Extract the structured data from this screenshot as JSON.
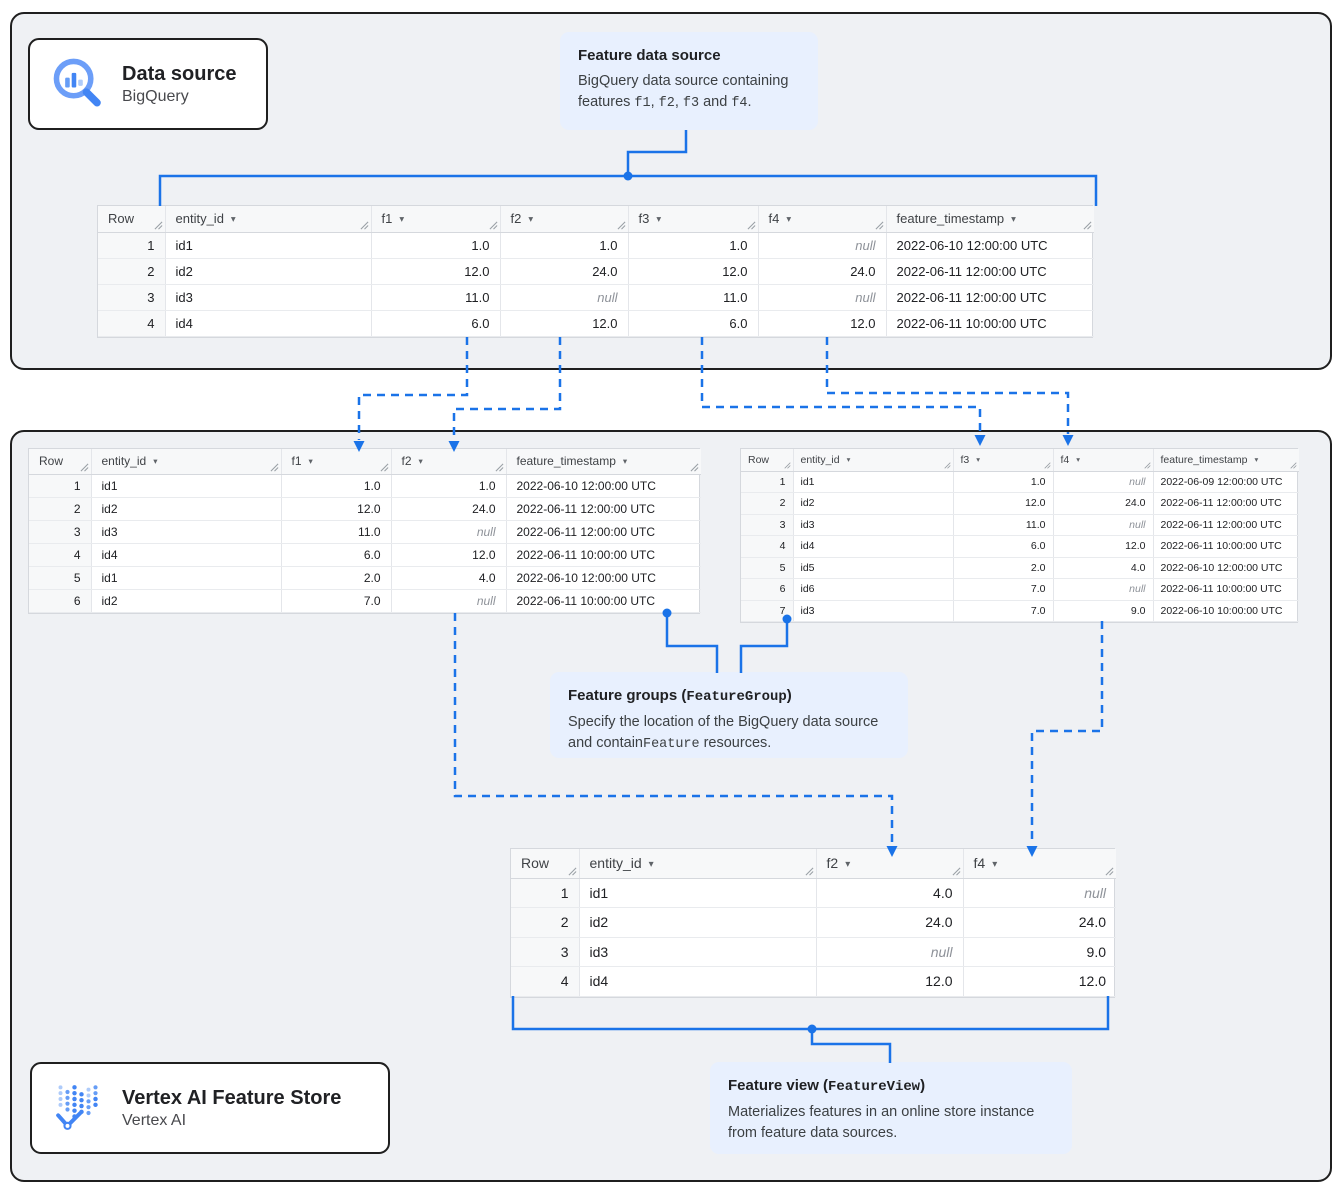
{
  "null_display": "null",
  "colors": {
    "connector": "#1a73e8",
    "callout_bg": "#e8f0fe",
    "container_bg": "#eff1f4",
    "null_text": "#8e9299"
  },
  "cards": {
    "data_source": {
      "title": "Data source",
      "subtitle": "BigQuery"
    },
    "feature_store": {
      "title": "Vertex AI Feature Store",
      "subtitle": "Vertex AI"
    }
  },
  "callouts": {
    "feature_data_source": {
      "title": [
        {
          "t": "Feature data source"
        }
      ],
      "body": [
        {
          "t": "BigQuery data source containing features "
        },
        {
          "t": "f1",
          "mono": true
        },
        {
          "t": ", "
        },
        {
          "t": "f2",
          "mono": true
        },
        {
          "t": ", "
        },
        {
          "t": "f3",
          "mono": true
        },
        {
          "t": " and "
        },
        {
          "t": "f4",
          "mono": true
        },
        {
          "t": "."
        }
      ]
    },
    "feature_groups": {
      "title": [
        {
          "t": "Feature groups ("
        },
        {
          "t": "FeatureGroup",
          "mono": true
        },
        {
          "t": ")"
        }
      ],
      "body": [
        {
          "t": "Specify the location of the BigQuery data source and contain"
        },
        {
          "t": "Feature",
          "mono": true
        },
        {
          "t": " resources."
        }
      ]
    },
    "feature_view": {
      "title": [
        {
          "t": "Feature view ("
        },
        {
          "t": "FeatureView",
          "mono": true
        },
        {
          "t": ")"
        }
      ],
      "body": [
        {
          "t": "Materializes features in an online store instance from feature data sources."
        }
      ]
    }
  },
  "tables": {
    "source": {
      "headers": [
        "Row",
        "entity_id",
        "f1",
        "f2",
        "f3",
        "f4",
        "feature_timestamp"
      ],
      "rows": [
        [
          "1",
          "id1",
          "1.0",
          "1.0",
          "1.0",
          null,
          "2022-06-10 12:00:00 UTC"
        ],
        [
          "2",
          "id2",
          "12.0",
          "24.0",
          "12.0",
          "24.0",
          "2022-06-11 12:00:00 UTC"
        ],
        [
          "3",
          "id3",
          "11.0",
          null,
          "11.0",
          null,
          "2022-06-11 12:00:00 UTC"
        ],
        [
          "4",
          "id4",
          "6.0",
          "12.0",
          "6.0",
          "12.0",
          "2022-06-11 10:00:00 UTC"
        ]
      ]
    },
    "group_f1_f2": {
      "headers": [
        "Row",
        "entity_id",
        "f1",
        "f2",
        "feature_timestamp"
      ],
      "rows": [
        [
          "1",
          "id1",
          "1.0",
          "1.0",
          "2022-06-10 12:00:00 UTC"
        ],
        [
          "2",
          "id2",
          "12.0",
          "24.0",
          "2022-06-11 12:00:00 UTC"
        ],
        [
          "3",
          "id3",
          "11.0",
          null,
          "2022-06-11 12:00:00 UTC"
        ],
        [
          "4",
          "id4",
          "6.0",
          "12.0",
          "2022-06-11 10:00:00 UTC"
        ],
        [
          "5",
          "id1",
          "2.0",
          "4.0",
          "2022-06-10 12:00:00 UTC"
        ],
        [
          "6",
          "id2",
          "7.0",
          null,
          "2022-06-11 10:00:00 UTC"
        ]
      ]
    },
    "group_f3_f4": {
      "headers": [
        "Row",
        "entity_id",
        "f3",
        "f4",
        "feature_timestamp"
      ],
      "rows": [
        [
          "1",
          "id1",
          "1.0",
          null,
          "2022-06-09 12:00:00 UTC"
        ],
        [
          "2",
          "id2",
          "12.0",
          "24.0",
          "2022-06-11 12:00:00 UTC"
        ],
        [
          "3",
          "id3",
          "11.0",
          null,
          "2022-06-11 12:00:00 UTC"
        ],
        [
          "4",
          "id4",
          "6.0",
          "12.0",
          "2022-06-11 10:00:00 UTC"
        ],
        [
          "5",
          "id5",
          "2.0",
          "4.0",
          "2022-06-10 12:00:00 UTC"
        ],
        [
          "6",
          "id6",
          "7.0",
          null,
          "2022-06-11 10:00:00 UTC"
        ],
        [
          "7",
          "id3",
          "7.0",
          "9.0",
          "2022-06-10 10:00:00 UTC"
        ]
      ]
    },
    "feature_view": {
      "headers": [
        "Row",
        "entity_id",
        "f2",
        "f4"
      ],
      "rows": [
        [
          "1",
          "id1",
          "4.0",
          null
        ],
        [
          "2",
          "id2",
          "24.0",
          "24.0"
        ],
        [
          "3",
          "id3",
          null,
          "9.0"
        ],
        [
          "4",
          "id4",
          "12.0",
          "12.0"
        ]
      ]
    }
  }
}
